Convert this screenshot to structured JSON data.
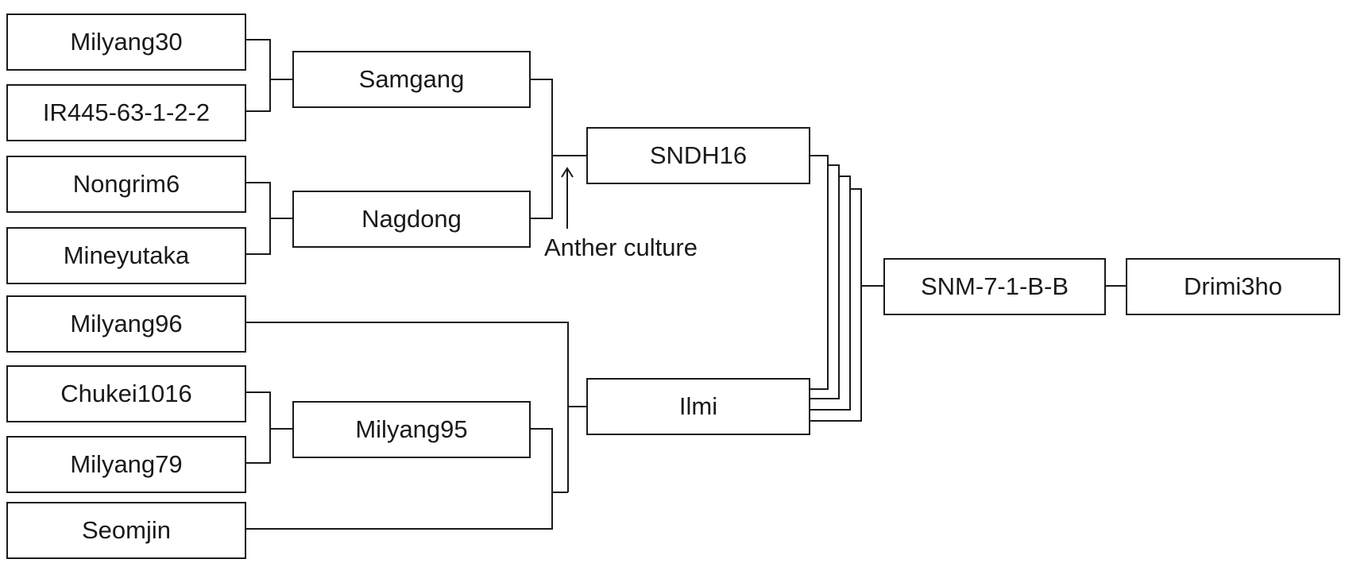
{
  "pedigree": {
    "parents": {
      "milyang30": "Milyang30",
      "ir445": "IR445-63-1-2-2",
      "nongrim6": "Nongrim6",
      "mineyutaka": "Mineyutaka",
      "milyang96": "Milyang96",
      "chukei1016": "Chukei1016",
      "milyang79": "Milyang79",
      "seomjin": "Seomjin"
    },
    "intermediates": {
      "samgang": "Samgang",
      "nagdong": "Nagdong",
      "milyang95": "Milyang95",
      "sndh16": "SNDH16",
      "ilmi": "Ilmi"
    },
    "breeding_line": "SNM-7-1-B-B",
    "cultivar": "Drimi3ho",
    "annotation": "Anther culture"
  }
}
